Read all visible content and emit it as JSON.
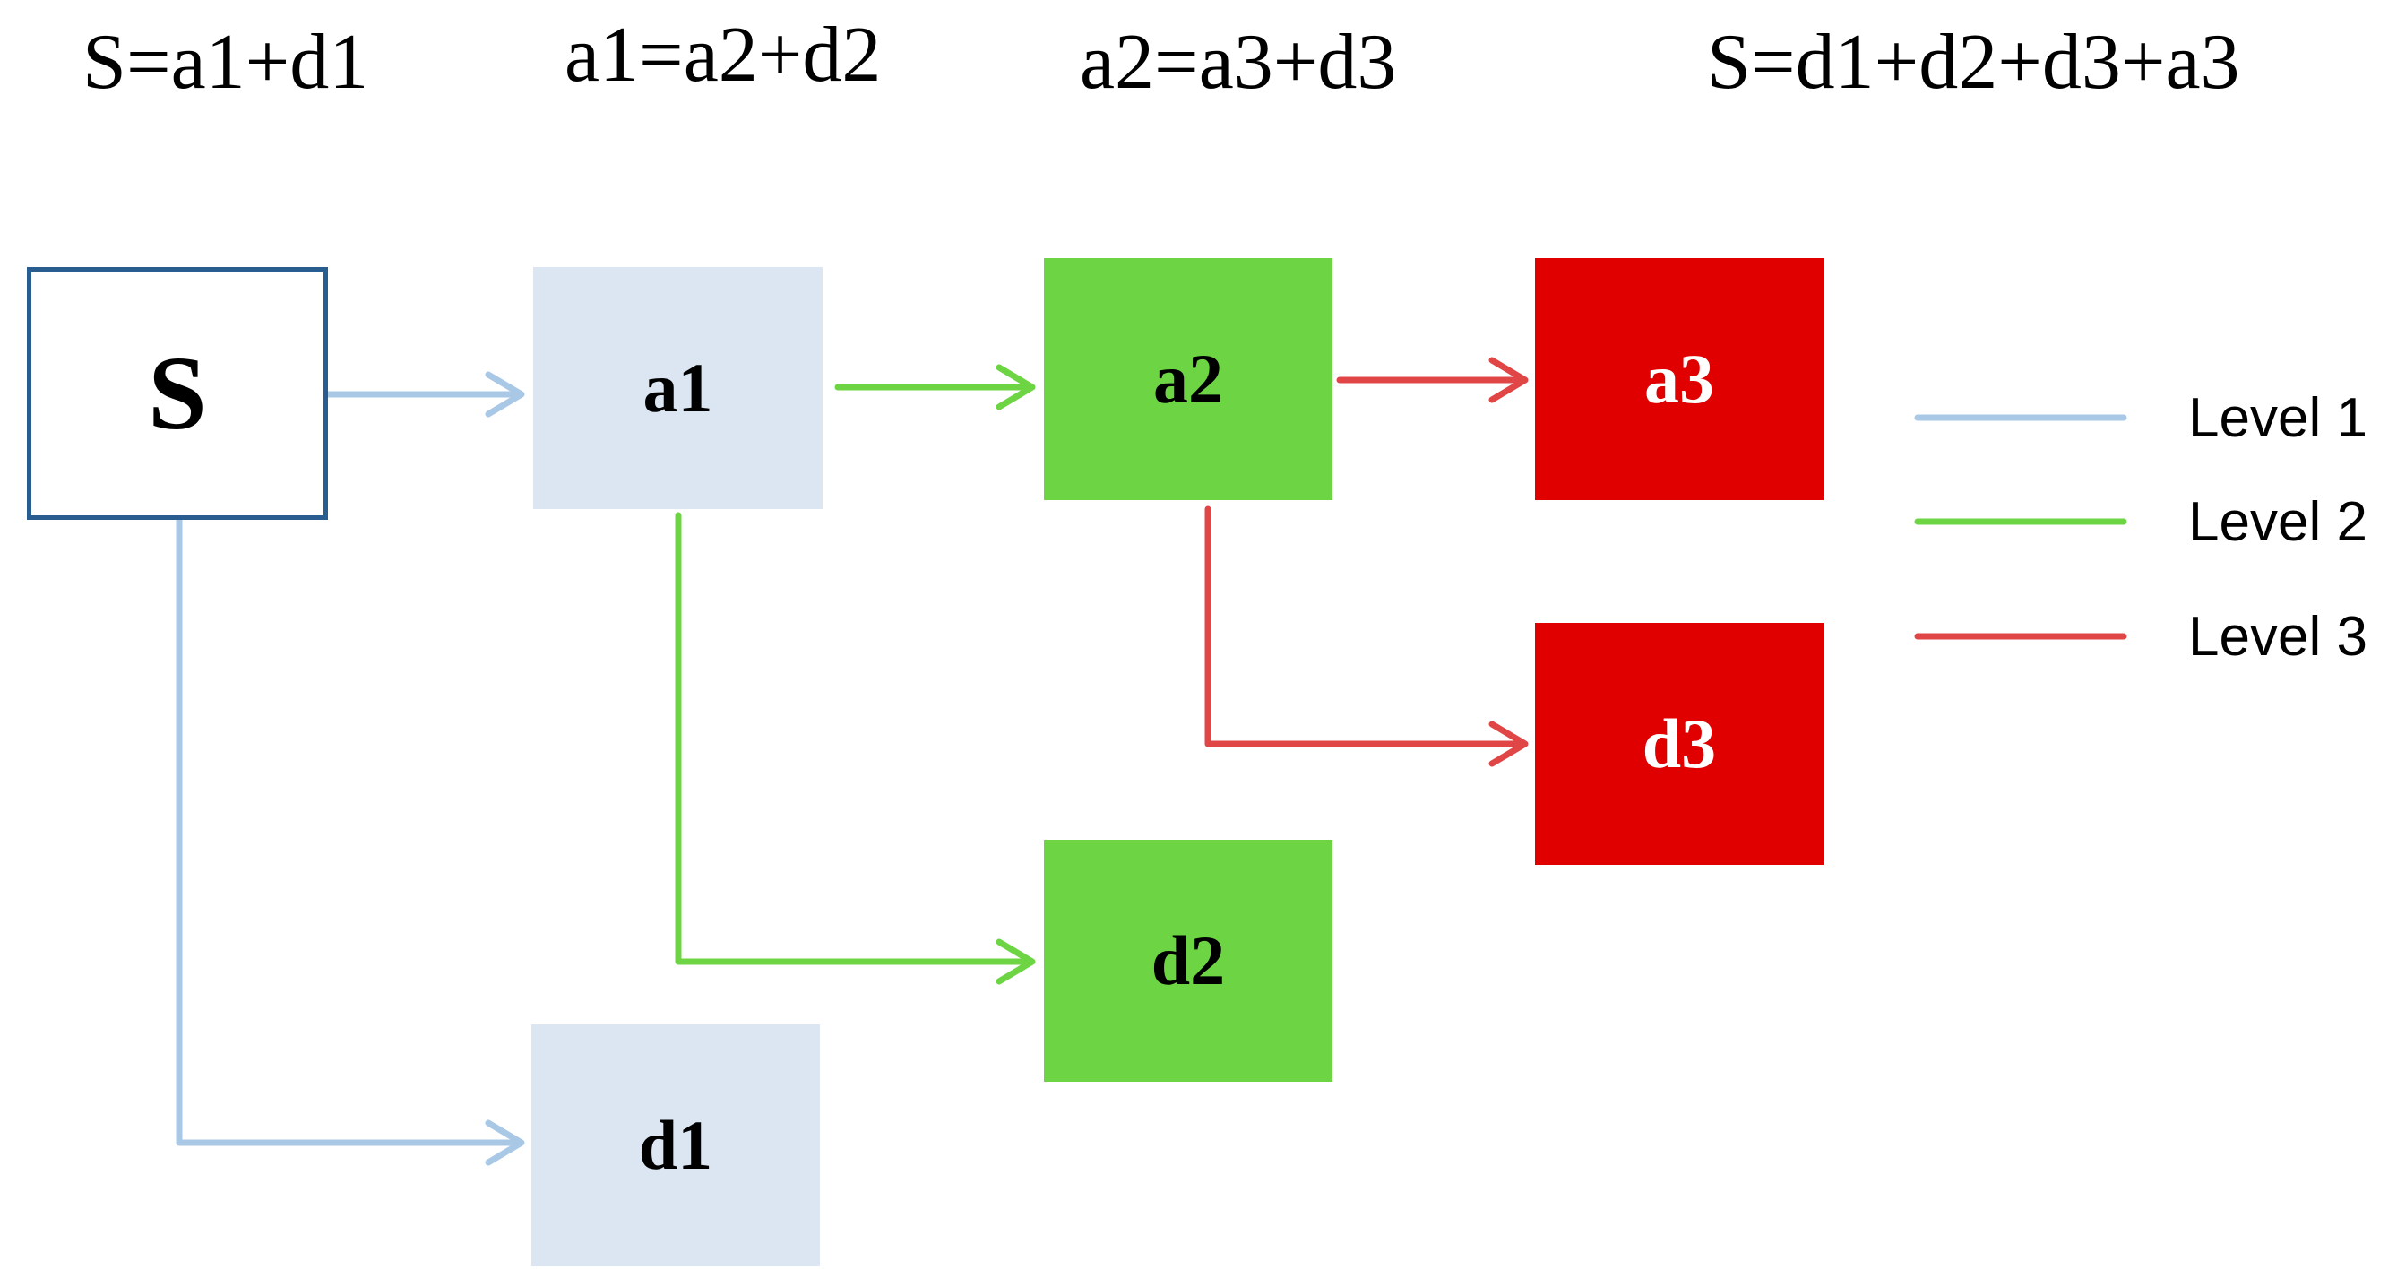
{
  "formulas": {
    "f1": "S=a1+d1",
    "f2": "a1=a2+d2",
    "f3": "a2=a3+d3",
    "f4": "S=d1+d2+d3+a3"
  },
  "nodes": {
    "s": "S",
    "a1": "a1",
    "d1": "d1",
    "a2": "a2",
    "d2": "d2",
    "a3": "a3",
    "d3": "d3"
  },
  "legend": {
    "level1": "Level 1",
    "level2": "Level 2",
    "level3": "Level 3"
  },
  "colors": {
    "level1": "#a9c8e6",
    "level2": "#6dd443",
    "level3": "#e04646",
    "level1_fill": "#dbe6f2",
    "level2_fill": "#6dd443",
    "level3_fill": "#e00000",
    "root_border": "#2a5d8f"
  }
}
